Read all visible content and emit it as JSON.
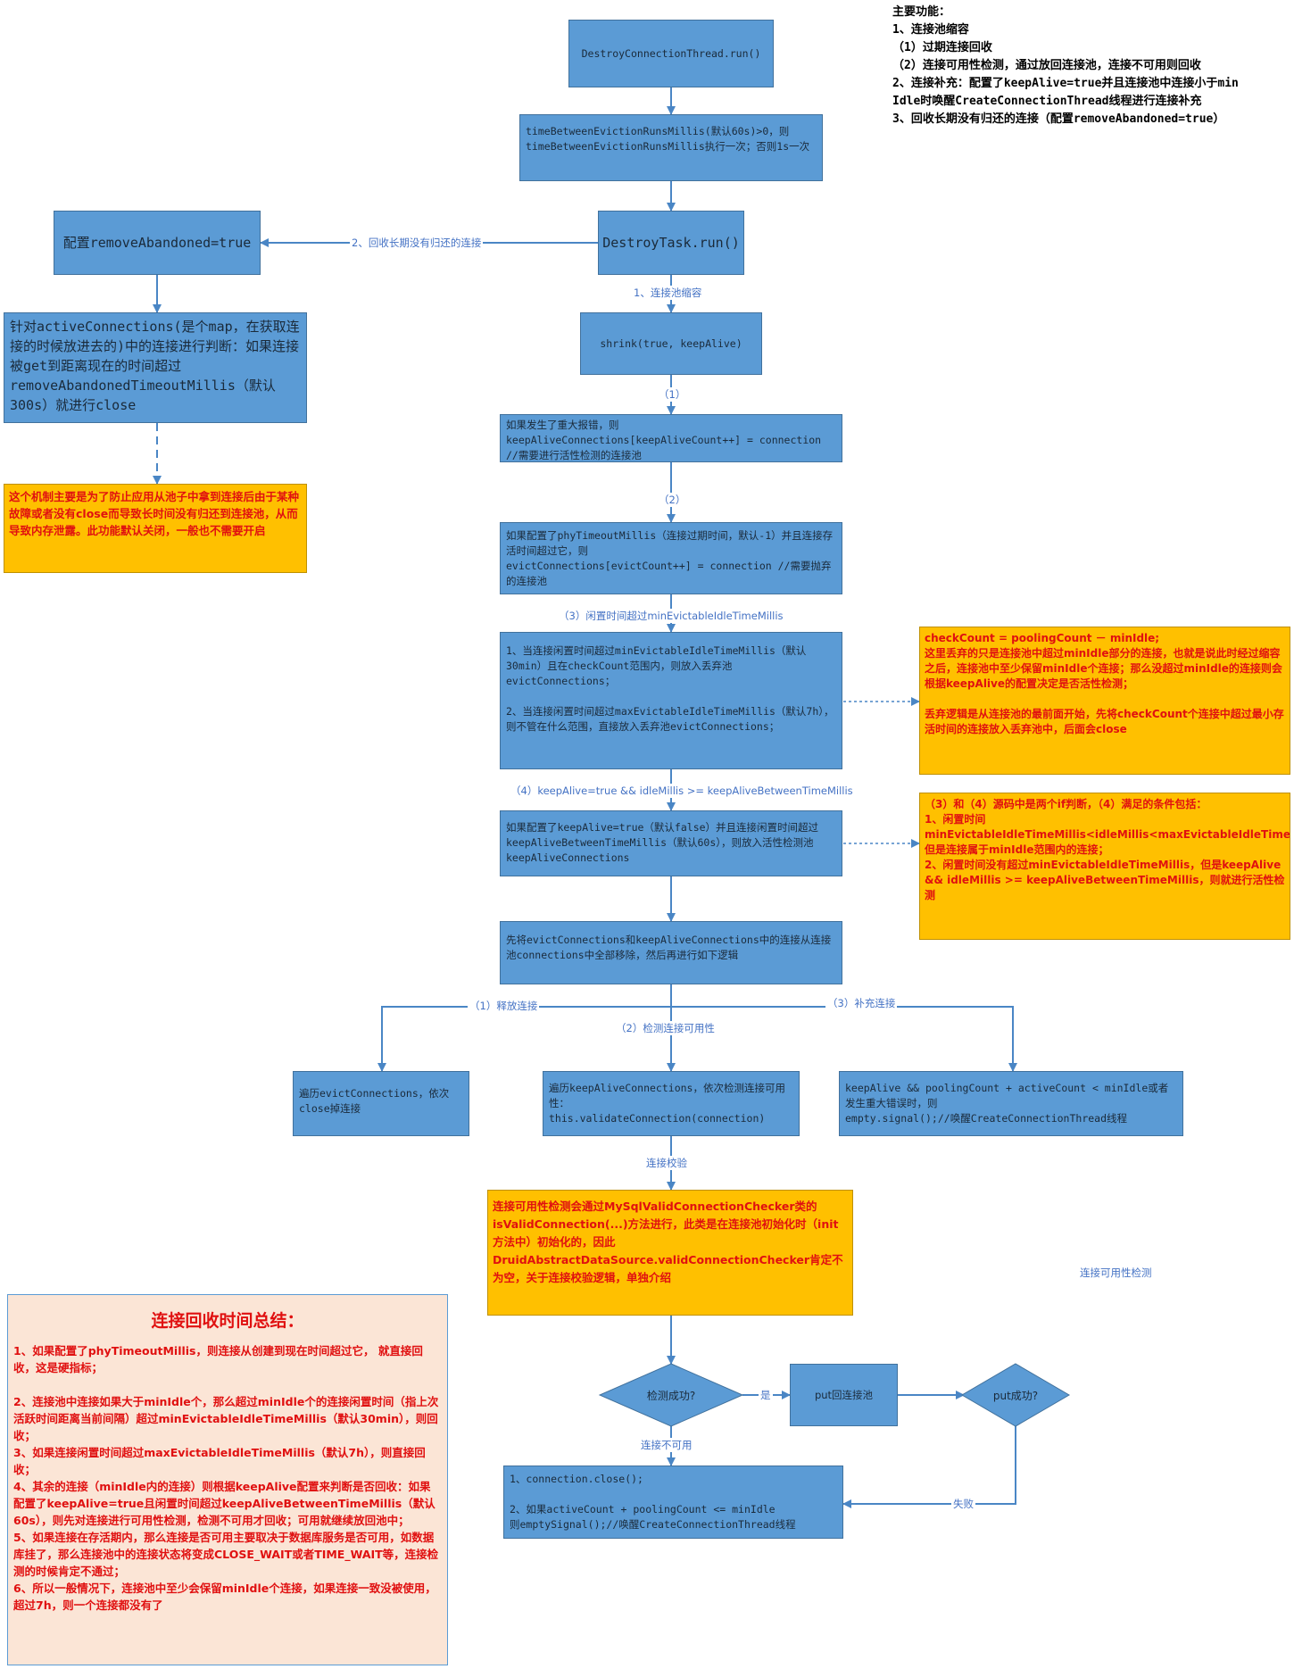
{
  "main_features": {
    "title": "主要功能：",
    "items": [
      "1、连接池缩容",
      "（1）过期连接回收",
      "（2）连接可用性检测，通过放回连接池，连接不可用则回收",
      "2、连接补充：配置了keepAlive=true并且连接池中连接小于min",
      "Idle时唤醒CreateConnectionThread线程进行连接补充",
      "3、回收长期没有归还的连接（配置removeAbandoned=true）"
    ]
  },
  "nodes": {
    "destroy_thread_run": "DestroyConnectionThread.run()",
    "schedule": "timeBetweenEvictionRunsMillis(默认60s)>0，则timeBetweenEvictionRunsMillis执行一次；否则1s一次",
    "destroy_task_run": "DestroyTask.run()",
    "remove_abandoned_config": "配置removeAbandoned=true",
    "active_connections_check": "针对activeConnections(是个map，在获取连接的时候放进去的)中的连接进行判断：如果连接被get到距离现在的时间超过removeAbandonedTimeoutMillis（默认300s）就进行close",
    "shrink": "shrink(true, keepAlive)",
    "fatal_error": "如果发生了重大报错，则\nkeepAliveConnections[keepAliveCount++] = connection\n//需要进行活性检测的连接池",
    "phy_timeout": "如果配置了phyTimeoutMillis（连接过期时间，默认-1）并且连接存活时间超过它，则\nevictConnections[evictCount++] = connection //需要抛弃的连接池",
    "idle_evict": "1、当连接闲置时间超过minEvictableIdleTimeMillis（默认30min）且在checkCount范围内，则放入丢弃池evictConnections；\n\n2、当连接闲置时间超过maxEvictableIdleTimeMillis（默认7h），则不管在什么范围，直接放入丢弃池evictConnections；",
    "keepalive_check": "如果配置了keepAlive=true（默认false）并且连接闲置时间超过keepAliveBetweenTimeMillis（默认60s），则放入活性检测池keepAliveConnections",
    "remove_from_pool": "先将evictConnections和keepAliveConnections中的连接从连接池connections中全部移除，然后再进行如下逻辑",
    "close_evict": "遍历evictConnections，依次close掉连接",
    "validate_keepalive": "遍历keepAliveConnections，依次检测连接可用性：\nthis.validateConnection(connection)",
    "replenish": "keepAlive && poolingCount + activeCount < minIdle或者发生重大错误时，则\nempty.signal();//唤醒CreateConnectionThread线程",
    "check_success": "检测成功?",
    "put_back": "put回连接池",
    "put_success": "put成功?",
    "close_conn": "1、connection.close();\n\n2、如果activeCount + poolingCount <= minIdle\n则emptySignal();//唤醒CreateConnectionThread线程"
  },
  "notes": {
    "abandon_note": "这个机制主要是为了防止应用从池子中拿到连接后由于某种故障或者没有close而导致长时间没有归还到连接池，从而导致内存泄露。此功能默认关闭，一般也不需要开启",
    "checkcount_note": "checkCount = poolingCount － minIdle;\n这里丢弃的只是连接池中超过minIdle部分的连接，也就是说此时经过缩容之后，连接池中至少保留minIdle个连接；那么没超过minIdle的连接则会根据keepAlive的配置决定是否活性检测；\n\n丢弃逻辑是从连接池的最前面开始，先将checkCount个连接中超过最小存活时间的连接放入丢弃池中，后面会close",
    "condition_note": "（3）和（4）源码中是两个if判断，（4）满足的条件包括：\n1、闲置时间minEvictableIdleTimeMillis<idleMillis<maxEvictableIdleTimeMillis，但是连接属于minIdle范围内的连接；\n2、闲置时间没有超过minEvictableIdleTimeMillis，但是keepAlive && idleMillis >= keepAliveBetweenTimeMillis，则就进行活性检测",
    "validation_note": "连接可用性检测会通过MySqlValidConnectionChecker类的isValidConnection(...)方法进行，此类是在连接池初始化时（init方法中）初始化的，因此DruidAbstractDataSource.validConnectionChecker肯定不为空，关于连接校验逻辑，单独介绍"
  },
  "edge_labels": {
    "recycle_abandoned": "2、回收长期没有归还的连接",
    "pool_shrink": "1、连接池缩容",
    "step1": "（1）",
    "step2": "（2）",
    "step3": "（3）闲置时间超过minEvictableIdleTimeMillis",
    "step4": "（4）keepAlive=true && idleMillis >= keepAliveBetweenTimeMillis",
    "release": "（1）释放连接",
    "validate": "（2）检测连接可用性",
    "replenish": "（3）补充连接",
    "conn_verify": "连接校验",
    "yes": "是",
    "unavailable": "连接不可用",
    "fail": "失败",
    "availability_check": "连接可用性检测"
  },
  "summary": {
    "title": "连接回收时间总结：",
    "body": "1、如果配置了phyTimeoutMillis，则连接从创建到现在时间超过它， 就直接回收，这是硬指标；\n\n2、连接池中连接如果大于minIdle个，那么超过minIdle个的连接闲置时间（指上次活跃时间距离当前间隔）超过minEvictableIdleTimeMillis（默认30min），则回收；\n3、如果连接闲置时间超过maxEvictableIdleTimeMillis（默认7h），则直接回收；\n4、其余的连接（minIdle内的连接）则根据keepAlive配置来判断是否回收：如果配置了keepAlive=true且闲置时间超过keepAliveBetweenTimeMillis（默认60s），则先对连接进行可用性检测，检测不可用才回收；可用就继续放回池中；\n5、如果连接在存活期内，那么连接是否可用主要取决于数据库服务是否可用，如数据库挂了，那么连接池中的连接状态将变成CLOSE_WAIT或者TIME_WAIT等，连接检测的时候肯定不通过；\n6、所以一般情况下，连接池中至少会保留minIdle个连接，如果连接一致没被使用，超过7h，则一个连接都没有了"
  },
  "colors": {
    "box_fill": "#5B9BD5",
    "box_border": "#41719C",
    "note_fill": "#FFC000",
    "note_text": "#E01010",
    "summary_fill": "#FBE5D6",
    "line": "#4A86C5",
    "label_text": "#4472C4"
  }
}
